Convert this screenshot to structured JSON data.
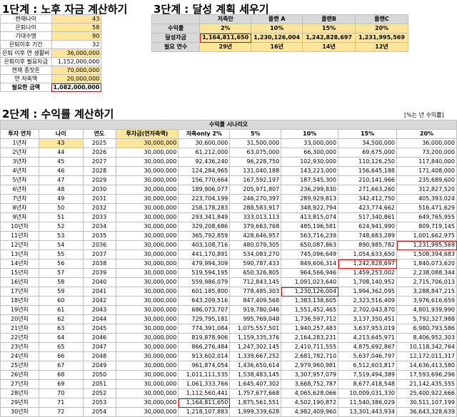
{
  "step1": {
    "title": "1단계 : 노후 자금 계산하기",
    "rows": [
      {
        "label": "현재나이",
        "value": "43",
        "style": "yellow"
      },
      {
        "label": "은퇴나이",
        "value": "58",
        "style": "yellow"
      },
      {
        "label": "기대수명",
        "value": "90",
        "style": "yellow"
      },
      {
        "label": "은퇴이후 기간",
        "value": "32",
        "style": ""
      },
      {
        "label": "은퇴 이후 연 생활비",
        "value": "36,000,000",
        "style": "yellow"
      },
      {
        "label": "은퇴이후 필요자금",
        "value": "1,152,000,000",
        "style": ""
      },
      {
        "label": "현재 종잣돈",
        "value": "70,000,000",
        "style": "yellow"
      },
      {
        "label": "연 저축액",
        "value": "20,000,000",
        "style": "yellow"
      },
      {
        "label": "필요한 금액",
        "value": "1,082,000,000",
        "style": "bold"
      }
    ]
  },
  "step3": {
    "title": "3단계 : 달성 계획 세우기",
    "headers": [
      "",
      "저축만",
      "플랜 A",
      "플랜B",
      "플랜C"
    ],
    "rows": [
      {
        "label": "수익률",
        "values": [
          "2%",
          "10%",
          "15%",
          "20%"
        ]
      },
      {
        "label": "달성자금",
        "values": [
          "1,164,811,650",
          "1,230,126,004",
          "1,242,828,697",
          "1,231,995,569"
        ]
      },
      {
        "label": "필요 연수",
        "values": [
          "29년",
          "16년",
          "14년",
          "12년"
        ]
      }
    ]
  },
  "step2": {
    "title": "2단계 : 수익률 계산하기",
    "note": "[%는 년 수익률]",
    "scenario_header": "수익률 시나리오",
    "headers": [
      "투자 연차",
      "나이",
      "연도",
      "투자금(연저축액)",
      "저축only 2%",
      "5%",
      "10%",
      "15%",
      "20%"
    ],
    "rows": [
      [
        "1년차",
        "43",
        "2025",
        "30,000,000",
        "30,600,000",
        "31,500,000",
        "33,000,000",
        "34,500,000",
        "36,000,000"
      ],
      [
        "2년차",
        "44",
        "2026",
        "30,000,000",
        "61,212,000",
        "63,075,000",
        "66,300,000",
        "69,675,000",
        "73,200,000"
      ],
      [
        "3년차",
        "45",
        "2027",
        "30,000,000",
        "92,436,240",
        "96,228,750",
        "102,930,000",
        "110,126,250",
        "117,840,000"
      ],
      [
        "4년차",
        "46",
        "2028",
        "30,000,000",
        "124,284,965",
        "131,040,188",
        "143,223,000",
        "156,645,188",
        "171,408,000"
      ],
      [
        "5년차",
        "47",
        "2029",
        "30,000,000",
        "156,770,664",
        "167,592,197",
        "187,545,300",
        "210,141,966",
        "235,689,600"
      ],
      [
        "6년차",
        "48",
        "2030",
        "30,000,000",
        "189,906,077",
        "205,971,807",
        "236,299,830",
        "271,663,260",
        "312,827,520"
      ],
      [
        "7년차",
        "49",
        "2031",
        "30,000,000",
        "223,704,199",
        "246,270,397",
        "289,929,813",
        "342,412,750",
        "405,393,024"
      ],
      [
        "8년차",
        "50",
        "2032",
        "30,000,000",
        "258,178,283",
        "288,583,917",
        "348,922,794",
        "423,774,662",
        "516,471,629"
      ],
      [
        "9년차",
        "51",
        "2033",
        "30,000,000",
        "293,341,849",
        "333,013,113",
        "413,815,074",
        "517,340,861",
        "649,765,955"
      ],
      [
        "10년차",
        "52",
        "2034",
        "30,000,000",
        "329,208,686",
        "379,663,768",
        "485,196,581",
        "624,941,990",
        "809,719,145"
      ],
      [
        "11년차",
        "53",
        "2035",
        "30,000,000",
        "365,792,859",
        "428,646,957",
        "563,716,239",
        "748,683,289",
        "1,001,662,975"
      ],
      [
        "12년차",
        "54",
        "2036",
        "30,000,000",
        "403,108,716",
        "480,079,305",
        "650,087,863",
        "890,985,782",
        "1,231,995,569"
      ],
      [
        "13년차",
        "55",
        "2037",
        "30,000,000",
        "441,170,891",
        "534,083,270",
        "745,096,649",
        "1,054,633,650",
        "1,508,394,683"
      ],
      [
        "14년차",
        "56",
        "2038",
        "30,000,000",
        "479,994,309",
        "590,787,433",
        "849,606,314",
        "1,242,828,697",
        "1,840,073,620"
      ],
      [
        "15년차",
        "57",
        "2039",
        "30,000,000",
        "519,594,195",
        "650,326,805",
        "964,566,946",
        "1,459,253,002",
        "2,238,088,344"
      ],
      [
        "16년차",
        "58",
        "2040",
        "30,000,000",
        "559,986,079",
        "712,843,145",
        "1,091,023,640",
        "1,708,140,952",
        "2,715,706,013"
      ],
      [
        "17년차",
        "59",
        "2041",
        "30,000,000",
        "601,185,800",
        "778,485,303",
        "1,230,126,004",
        "1,994,362,095",
        "3,288,847,215"
      ],
      [
        "18년차",
        "60",
        "2042",
        "30,000,000",
        "643,209,516",
        "847,409,568",
        "1,383,138,605",
        "2,323,516,409",
        "3,976,616,659"
      ],
      [
        "19년차",
        "61",
        "2043",
        "30,000,000",
        "686,073,707",
        "919,780,046",
        "1,551,452,465",
        "2,702,043,870",
        "4,801,939,990"
      ],
      [
        "20년차",
        "62",
        "2044",
        "30,000,000",
        "729,795,181",
        "995,769,048",
        "1,736,597,712",
        "3,137,350,451",
        "5,792,327,988"
      ],
      [
        "21년차",
        "63",
        "2045",
        "30,000,000",
        "774,391,084",
        "1,075,557,501",
        "1,940,257,483",
        "3,637,953,019",
        "6,980,793,586"
      ],
      [
        "22년차",
        "64",
        "2046",
        "30,000,000",
        "819,878,906",
        "1,159,335,376",
        "2,164,283,231",
        "4,213,645,971",
        "8,406,952,303"
      ],
      [
        "23년차",
        "65",
        "2047",
        "30,000,000",
        "866,276,484",
        "1,247,302,145",
        "2,410,711,555",
        "4,875,692,867",
        "10,118,342,764"
      ],
      [
        "24년차",
        "66",
        "2048",
        "30,000,000",
        "913,602,014",
        "1,339,667,252",
        "2,681,782,710",
        "5,637,046,797",
        "12,172,011,317"
      ],
      [
        "25년차",
        "67",
        "2049",
        "30,000,000",
        "961,874,054",
        "1,436,650,614",
        "2,979,960,981",
        "6,512,603,817",
        "14,636,413,580"
      ],
      [
        "26년차",
        "68",
        "2050",
        "30,000,000",
        "1,011,111,535",
        "1,538,483,145",
        "3,307,957,079",
        "7,519,494,389",
        "17,593,696,296"
      ],
      [
        "27년차",
        "69",
        "2051",
        "30,000,000",
        "1,061,333,766",
        "1,645,407,302",
        "3,668,752,787",
        "8,677,418,548",
        "21,142,435,555"
      ],
      [
        "28년차",
        "70",
        "2052",
        "30,000,000",
        "1,112,560,441",
        "1,757,677,668",
        "4,065,628,066",
        "10,009,031,330",
        "25,400,922,666"
      ],
      [
        "29년차",
        "71",
        "2053",
        "30,000,000",
        "1,164,811,650",
        "1,875,561,551",
        "4,502,190,872",
        "11,540,386,029",
        "30,511,107,199"
      ],
      [
        "30년차",
        "72",
        "2054",
        "30,000,000",
        "1,218,107,883",
        "1,999,339,628",
        "4,982,409,960",
        "13,301,443,934",
        "36,643,328,639"
      ]
    ]
  }
}
